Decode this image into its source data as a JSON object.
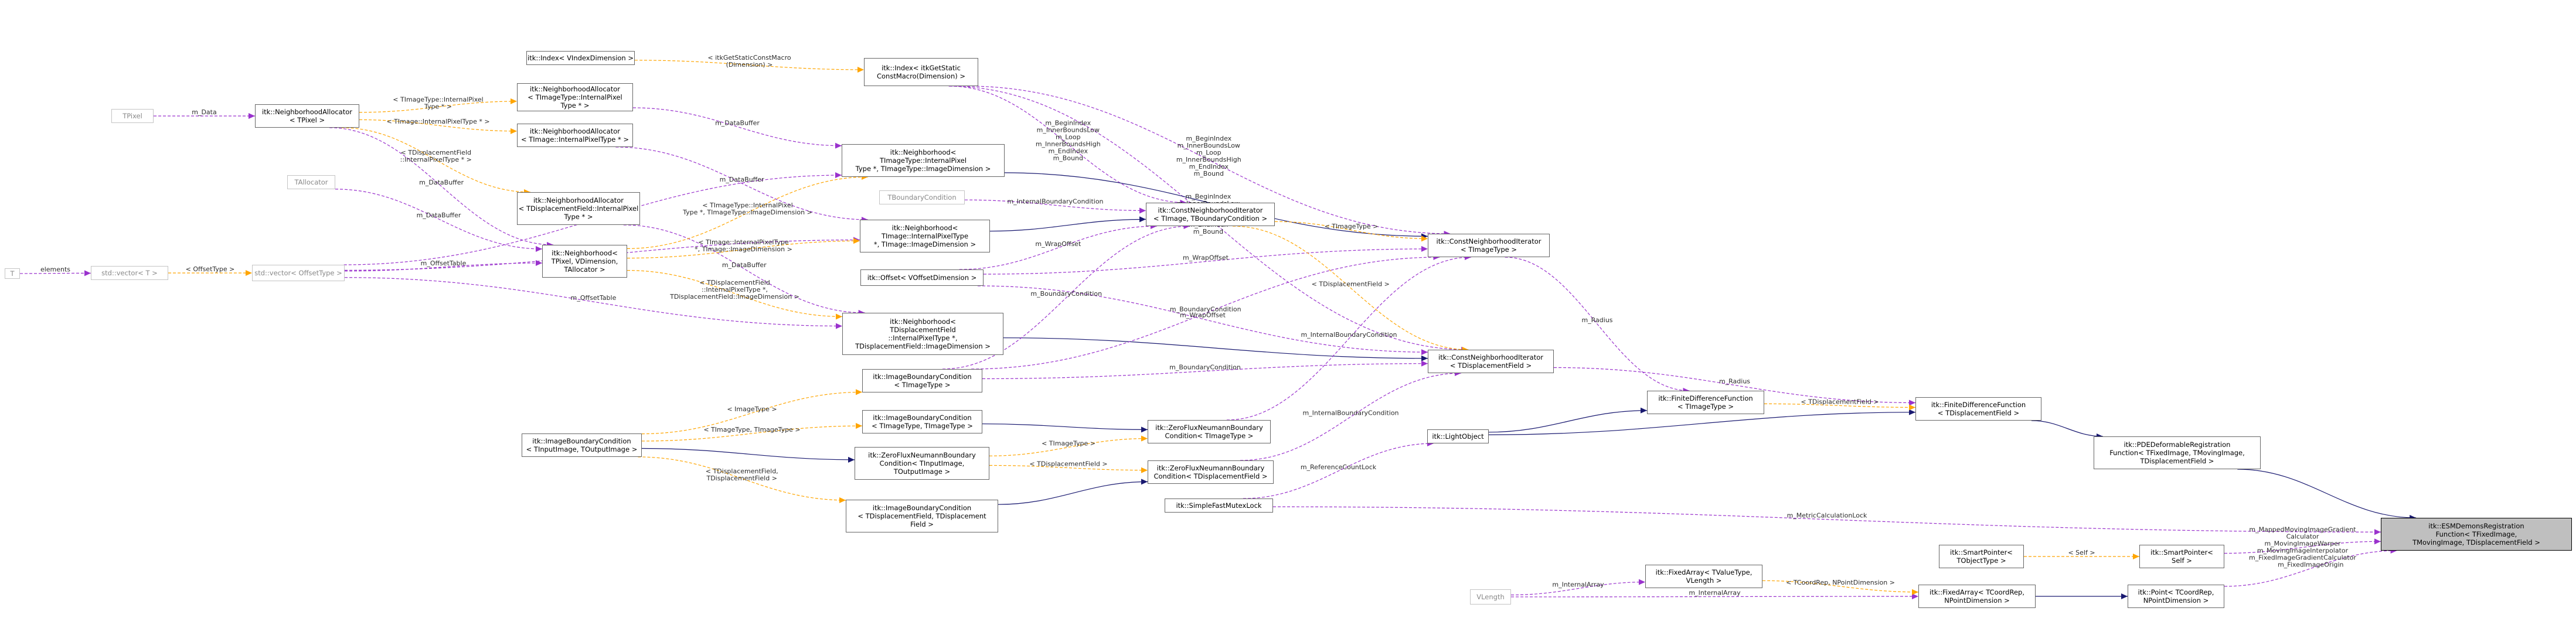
{
  "colors": {
    "inherit": "#191970",
    "member": "#9a32cd",
    "template": "#ffa500",
    "node_border": "#666666",
    "node_border_grey": "#c4c4c4",
    "highlight_fill": "#bfbfbf"
  },
  "nodes": [
    {
      "id": "T",
      "lines": [
        "T"
      ],
      "grey": true
    },
    {
      "id": "vectorT",
      "lines": [
        "std::vector< T >"
      ],
      "grey": true
    },
    {
      "id": "vectorOffset",
      "lines": [
        "std::vector< OffsetType >"
      ],
      "grey": true
    },
    {
      "id": "TPixel",
      "lines": [
        "TPixel"
      ],
      "grey": true
    },
    {
      "id": "TAllocator",
      "lines": [
        "TAllocator"
      ],
      "grey": true
    },
    {
      "id": "NA_TPixel",
      "lines": [
        "itk::NeighborhoodAllocator",
        "< TPixel >"
      ]
    },
    {
      "id": "IndexVDim",
      "lines": [
        "itk::Index< VIndexDimension >"
      ]
    },
    {
      "id": "NA_TImage",
      "lines": [
        "itk::NeighborhoodAllocator",
        "< TImage::InternalPixelType * >"
      ]
    },
    {
      "id": "NA_TImageType",
      "lines": [
        "itk::NeighborhoodAllocator",
        "< TImageType::InternalPixel",
        "Type * >"
      ]
    },
    {
      "id": "NA_TDisp",
      "lines": [
        "itk::NeighborhoodAllocator",
        "< TDisplacementField::InternalPixel",
        "Type * >"
      ]
    },
    {
      "id": "Neigh_TPixel",
      "lines": [
        "itk::Neighborhood<",
        "TPixel, VDimension,",
        "TAllocator >"
      ]
    },
    {
      "id": "IndexGetStatic",
      "lines": [
        "itk::Index< itkGetStatic",
        "ConstMacro(Dimension) >"
      ]
    },
    {
      "id": "Neigh_TImageType",
      "lines": [
        "itk::Neighborhood<",
        "TImageType::InternalPixel",
        "Type *, TImageType::ImageDimension >"
      ]
    },
    {
      "id": "TBoundaryCondition",
      "lines": [
        "TBoundaryCondition"
      ],
      "grey": true
    },
    {
      "id": "Neigh_TImage",
      "lines": [
        "itk::Neighborhood<",
        "TImage::InternalPixelType",
        "*, TImage::ImageDimension >"
      ]
    },
    {
      "id": "OffsetV",
      "lines": [
        "itk::Offset< VOffsetDimension >"
      ]
    },
    {
      "id": "Neigh_TDisp",
      "lines": [
        "itk::Neighborhood<",
        "TDisplacementField",
        "::InternalPixelType *,",
        "TDisplacementField::ImageDimension >"
      ]
    },
    {
      "id": "IBC_TImageType",
      "lines": [
        "itk::ImageBoundaryCondition",
        "< TImageType >"
      ]
    },
    {
      "id": "IBC_generic",
      "lines": [
        "itk::ImageBoundaryCondition",
        "< TInputImage, TOutputImage >"
      ]
    },
    {
      "id": "IBC_TT",
      "lines": [
        "itk::ImageBoundaryCondition",
        "< TImageType, TImageType >"
      ]
    },
    {
      "id": "ZFN_generic",
      "lines": [
        "itk::ZeroFluxNeumannBoundary",
        "Condition< TInputImage,",
        "TOutputImage >"
      ]
    },
    {
      "id": "IBC_Disp",
      "lines": [
        "itk::ImageBoundaryCondition",
        "< TDisplacementField, TDisplacement",
        "Field >"
      ]
    },
    {
      "id": "CNI_generic",
      "lines": [
        "itk::ConstNeighborhoodIterator",
        "< TImage, TBoundaryCondition >"
      ]
    },
    {
      "id": "ZFN_TImageType",
      "lines": [
        "itk::ZeroFluxNeumannBoundary",
        "Condition< TImageType >"
      ]
    },
    {
      "id": "ZFN_Disp",
      "lines": [
        "itk::ZeroFluxNeumannBoundary",
        "Condition< TDisplacementField >"
      ]
    },
    {
      "id": "SFML",
      "lines": [
        "itk::SimpleFastMutexLock"
      ]
    },
    {
      "id": "CNI_TImageType",
      "lines": [
        "itk::ConstNeighborhoodIterator",
        "< TImageType >"
      ]
    },
    {
      "id": "CNI_Disp",
      "lines": [
        "itk::ConstNeighborhoodIterator",
        "< TDisplacementField >"
      ]
    },
    {
      "id": "LightObject",
      "lines": [
        "itk::LightObject"
      ]
    },
    {
      "id": "FDF_TImageType",
      "lines": [
        "itk::FiniteDifferenceFunction",
        "< TImageType >"
      ]
    },
    {
      "id": "VLength",
      "lines": [
        "VLength"
      ],
      "grey": true
    },
    {
      "id": "FixedArrayT",
      "lines": [
        "itk::FixedArray< TValueType,",
        "VLength >"
      ]
    },
    {
      "id": "FDF_Disp",
      "lines": [
        "itk::FiniteDifferenceFunction",
        "< TDisplacementField >"
      ]
    },
    {
      "id": "SP_TObject",
      "lines": [
        "itk::SmartPointer<",
        "TObjectType >"
      ]
    },
    {
      "id": "FixedArrayCoord",
      "lines": [
        "itk::FixedArray< TCoordRep,",
        "NPointDimension >"
      ]
    },
    {
      "id": "PDE",
      "lines": [
        "itk::PDEDeformableRegistration",
        "Function< TFixedImage, TMovingImage,",
        "TDisplacementField >"
      ]
    },
    {
      "id": "SP_Self",
      "lines": [
        "itk::SmartPointer<",
        "Self >"
      ]
    },
    {
      "id": "Point",
      "lines": [
        "itk::Point< TCoordRep,",
        "NPointDimension >"
      ]
    },
    {
      "id": "ESM",
      "lines": [
        "itk::ESMDemonsRegistration",
        "Function< TFixedImage,",
        "TMovingImage, TDisplacementField >"
      ],
      "highlight": true
    }
  ],
  "edges": [
    {
      "type": "member",
      "from": "T",
      "to": "vectorT",
      "label": [
        "elements"
      ]
    },
    {
      "type": "template",
      "from": "vectorT",
      "to": "vectorOffset",
      "label": [
        "< OffsetType >"
      ]
    },
    {
      "type": "member",
      "from": "TPixel",
      "to": "NA_TPixel",
      "label": [
        "m_Data"
      ]
    },
    {
      "type": "template",
      "from": "NA_TPixel",
      "to": "NA_TImageType",
      "label": [
        "< TImageType::InternalPixel",
        "Type * >"
      ]
    },
    {
      "type": "template",
      "from": "NA_TPixel",
      "to": "NA_TImage",
      "label": [
        "< TImage::InternalPixelType * >"
      ]
    },
    {
      "type": "template",
      "from": "NA_TPixel",
      "to": "NA_TDisp",
      "label": [
        "< TDisplacementField",
        "::InternalPixelType * >"
      ]
    },
    {
      "type": "member",
      "from": "NA_TPixel",
      "to": "Neigh_TPixel",
      "label": [
        "m_DataBuffer"
      ]
    },
    {
      "type": "member",
      "from": "TAllocator",
      "to": "Neigh_TPixel",
      "label": [
        "m_DataBuffer"
      ]
    },
    {
      "type": "member",
      "from": "vectorOffset",
      "to": "Neigh_TPixel",
      "label": [
        "m_OffsetTable"
      ]
    },
    {
      "type": "member",
      "from": "vectorOffset",
      "to": "Neigh_TImageType",
      "label": [
        "m_OffsetTable"
      ]
    },
    {
      "type": "member",
      "from": "vectorOffset",
      "to": "Neigh_TImage",
      "label": [
        "m_OffsetTable"
      ]
    },
    {
      "type": "member",
      "from": "vectorOffset",
      "to": "Neigh_TDisp",
      "label": [
        "m_OffsetTable"
      ]
    },
    {
      "type": "member",
      "from": "NA_TImageType",
      "to": "Neigh_TImageType",
      "label": [
        "m_DataBuffer"
      ]
    },
    {
      "type": "member",
      "from": "NA_TImage",
      "to": "Neigh_TImage",
      "label": [
        "m_DataBuffer"
      ]
    },
    {
      "type": "member",
      "from": "NA_TDisp",
      "to": "Neigh_TDisp",
      "label": [
        "m_DataBuffer"
      ]
    },
    {
      "type": "template",
      "from": "IndexVDim",
      "to": "IndexGetStatic",
      "label": [
        "< itkGetStaticConstMacro",
        "(Dimension) >"
      ]
    },
    {
      "type": "template",
      "from": "Neigh_TPixel",
      "to": "Neigh_TImageType",
      "label": [
        "< TImageType::InternalPixel",
        "Type *, TImageType::ImageDimension >"
      ]
    },
    {
      "type": "template",
      "from": "Neigh_TPixel",
      "to": "Neigh_TImage",
      "label": [
        "< TImage::InternalPixelType",
        "*, TImage::ImageDimension >"
      ]
    },
    {
      "type": "template",
      "from": "Neigh_TPixel",
      "to": "Neigh_TDisp",
      "label": [
        "< TDisplacementField",
        "::InternalPixelType *,",
        "TDisplacementField::ImageDimension >"
      ]
    },
    {
      "type": "member",
      "from": "IndexGetStatic",
      "to": "CNI_generic",
      "label": [
        "m_BeginIndex",
        "m_InnerBoundsLow",
        "m_Loop",
        "m_InnerBoundsHigh",
        "m_EndIndex",
        "m_Bound"
      ]
    },
    {
      "type": "member",
      "from": "IndexGetStatic",
      "to": "CNI_TImageType",
      "label": [
        "m_BeginIndex",
        "m_InnerBoundsLow",
        "m_Loop",
        "m_InnerBoundsHigh",
        "m_EndIndex",
        "m_Bound"
      ]
    },
    {
      "type": "member",
      "from": "IndexGetStatic",
      "to": "CNI_Disp",
      "label": [
        "m_BeginIndex",
        "m_InnerBoundsLow",
        "m_Loop",
        "m_InnerBoundsHigh",
        "m_EndIndex",
        "m_Bound"
      ]
    },
    {
      "type": "member",
      "from": "TBoundaryCondition",
      "to": "CNI_generic",
      "label": [
        "m_InternalBoundaryCondition"
      ]
    },
    {
      "type": "inherit",
      "from": "Neigh_TImage",
      "to": "CNI_generic",
      "label": []
    },
    {
      "type": "inherit",
      "from": "Neigh_TImageType",
      "to": "CNI_TImageType",
      "label": []
    },
    {
      "type": "inherit",
      "from": "Neigh_TDisp",
      "to": "CNI_Disp",
      "label": []
    },
    {
      "type": "member",
      "from": "OffsetV",
      "to": "CNI_generic",
      "label": [
        "m_WrapOffset"
      ]
    },
    {
      "type": "member",
      "from": "OffsetV",
      "to": "CNI_TImageType",
      "label": [
        "m_WrapOffset"
      ]
    },
    {
      "type": "member",
      "from": "OffsetV",
      "to": "CNI_Disp",
      "label": [
        "m_WrapOffset"
      ]
    },
    {
      "type": "member",
      "from": "IBC_TImageType",
      "to": "CNI_generic",
      "label": [
        "m_BoundaryCondition"
      ]
    },
    {
      "type": "member",
      "from": "IBC_TImageType",
      "to": "CNI_TImageType",
      "label": [
        "m_BoundaryCondition"
      ]
    },
    {
      "type": "member",
      "from": "IBC_TImageType",
      "to": "CNI_Disp",
      "label": [
        "m_BoundaryCondition"
      ]
    },
    {
      "type": "template",
      "from": "IBC_generic",
      "to": "IBC_TImageType",
      "label": [
        "< ImageType >"
      ]
    },
    {
      "type": "template",
      "from": "IBC_generic",
      "to": "IBC_TT",
      "label": [
        "< TImageType, TImageType >"
      ]
    },
    {
      "type": "template",
      "from": "IBC_generic",
      "to": "IBC_Disp",
      "label": [
        "< TDisplacementField,",
        "TDisplacementField >"
      ]
    },
    {
      "type": "inherit",
      "from": "IBC_generic",
      "to": "ZFN_generic",
      "label": []
    },
    {
      "type": "inherit",
      "from": "IBC_TT",
      "to": "ZFN_TImageType",
      "label": []
    },
    {
      "type": "inherit",
      "from": "IBC_Disp",
      "to": "ZFN_Disp",
      "label": []
    },
    {
      "type": "template",
      "from": "ZFN_generic",
      "to": "ZFN_TImageType",
      "label": [
        "< TImageType >"
      ]
    },
    {
      "type": "template",
      "from": "ZFN_generic",
      "to": "ZFN_Disp",
      "label": [
        "< TDisplacementField >"
      ]
    },
    {
      "type": "member",
      "from": "ZFN_TImageType",
      "to": "CNI_TImageType",
      "label": [
        "m_InternalBoundaryCondition"
      ]
    },
    {
      "type": "member",
      "from": "ZFN_Disp",
      "to": "CNI_Disp",
      "label": [
        "m_InternalBoundaryCondition"
      ]
    },
    {
      "type": "template",
      "from": "CNI_generic",
      "to": "CNI_TImageType",
      "label": [
        "< TImageType >"
      ]
    },
    {
      "type": "template",
      "from": "CNI_generic",
      "to": "CNI_Disp",
      "label": [
        "< TDisplacementField >"
      ]
    },
    {
      "type": "member",
      "from": "CNI_TImageType",
      "to": "FDF_TImageType",
      "label": [
        "m_Radius"
      ]
    },
    {
      "type": "member",
      "from": "CNI_Disp",
      "to": "FDF_Disp",
      "label": [
        "m_Radius"
      ]
    },
    {
      "type": "inherit",
      "from": "LightObject",
      "to": "FDF_TImageType",
      "label": []
    },
    {
      "type": "inherit",
      "from": "LightObject",
      "to": "FDF_Disp",
      "label": []
    },
    {
      "type": "member",
      "from": "SFML",
      "to": "LightObject",
      "label": [
        "m_ReferenceCountLock"
      ]
    },
    {
      "type": "template",
      "from": "FDF_TImageType",
      "to": "FDF_Disp",
      "label": [
        "< TDisplacementField >"
      ]
    },
    {
      "type": "inherit",
      "from": "FDF_Disp",
      "to": "PDE",
      "label": []
    },
    {
      "type": "inherit",
      "from": "PDE",
      "to": "ESM",
      "label": []
    },
    {
      "type": "member",
      "from": "SFML",
      "to": "ESM",
      "label": [
        "m_MetricCalculationLock"
      ]
    },
    {
      "type": "template",
      "from": "SP_TObject",
      "to": "SP_Self",
      "label": [
        "< Self >"
      ]
    },
    {
      "type": "member",
      "from": "SP_Self",
      "to": "ESM",
      "label": [
        "m_MappedMovingImageGradient",
        "Calculator",
        "m_MovingImageWarper",
        "m_MovingImageInterpolator",
        "m_FixedImageGradientCalculator"
      ]
    },
    {
      "type": "member",
      "from": "VLength",
      "to": "FixedArrayT",
      "label": [
        "m_InternalArray"
      ]
    },
    {
      "type": "member",
      "from": "VLength",
      "to": "FixedArrayCoord",
      "label": [
        "m_InternalArray"
      ]
    },
    {
      "type": "template",
      "from": "FixedArrayT",
      "to": "FixedArrayCoord",
      "label": [
        "< TCoordRep, NPointDimension >"
      ]
    },
    {
      "type": "inherit",
      "from": "FixedArrayCoord",
      "to": "Point",
      "label": []
    },
    {
      "type": "member",
      "from": "Point",
      "to": "ESM",
      "label": [
        "m_FixedImageOrigin"
      ]
    }
  ]
}
